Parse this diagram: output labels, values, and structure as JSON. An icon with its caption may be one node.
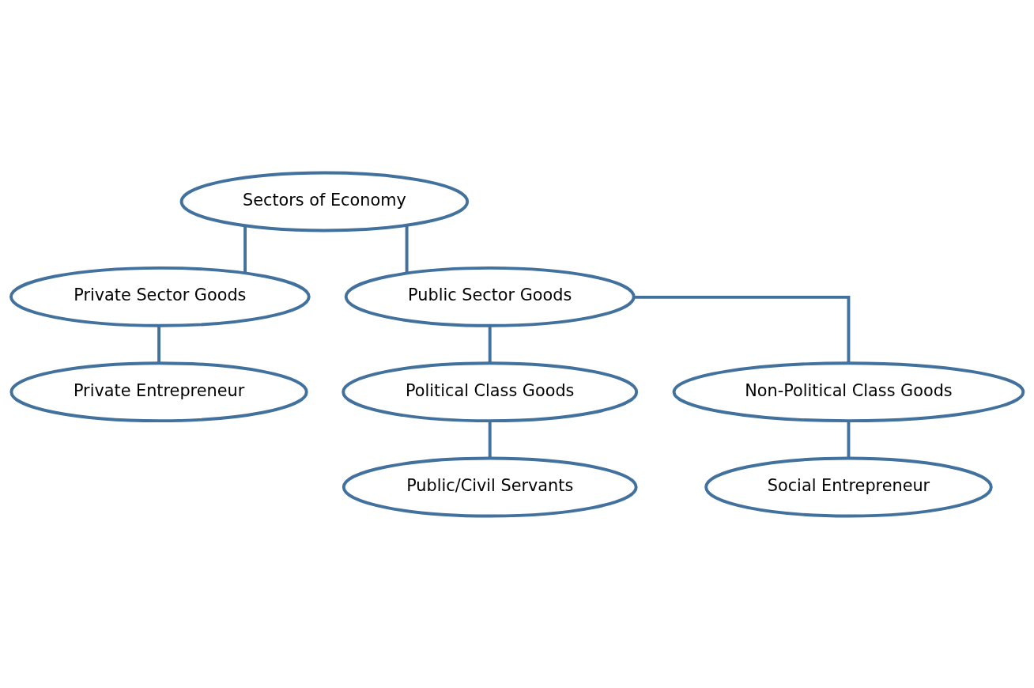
{
  "diagram": {
    "nodes": [
      {
        "text": [
          "Sectors of Economy"
        ]
      },
      {
        "text": [
          "Private Sector Goods"
        ]
      },
      {
        "text": [
          "Public Sector Goods"
        ]
      },
      {
        "text": [
          "Private Entrepreneur"
        ]
      },
      {
        "text": [
          "Political Class Goods"
        ]
      },
      {
        "text": [
          "Non-Political Class Goods"
        ]
      },
      {
        "text": [
          "Public/Civil Servants"
        ]
      },
      {
        "text": [
          "Social Entrepreneur"
        ]
      }
    ],
    "edges": [
      {
        "from": 0,
        "to": 1,
        "arrow": "none"
      },
      {
        "from": 0,
        "to": 2,
        "arrow": "none"
      },
      {
        "from": 1,
        "to": 3,
        "arrow": "none"
      },
      {
        "from": 2,
        "to": 4,
        "arrow": "none"
      },
      {
        "from": 2,
        "to": 5,
        "arrow": "none"
      },
      {
        "from": 4,
        "to": 6,
        "arrow": "none"
      },
      {
        "from": 5,
        "to": 7,
        "arrow": "none"
      }
    ]
  }
}
